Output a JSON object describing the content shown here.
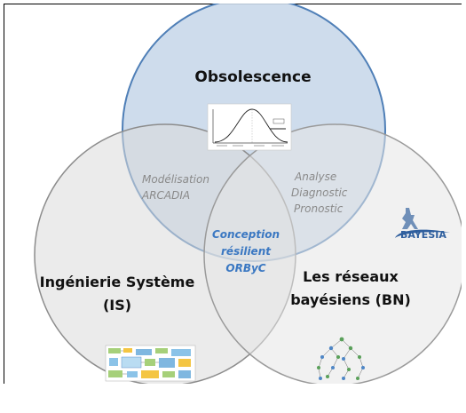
{
  "circles": {
    "obsolescence": {
      "title": "Obsolescence",
      "fill": "#c9d8ea",
      "stroke": "#4f7fb7"
    },
    "systems_engineering": {
      "title_line1": "Ingénierie Système",
      "title_line2": "(IS)",
      "fill": "#e3e3e3",
      "stroke": "#8c8c8c"
    },
    "bayesian_networks": {
      "title_line1": "Les réseaux",
      "title_line2": "bayésiens (BN)",
      "fill": "#ececec",
      "stroke": "#9a9a9a"
    }
  },
  "overlaps": {
    "obsolescence_is": {
      "line1": "Modélisation",
      "line2": "ARCADIA"
    },
    "obsolescence_bn": {
      "line1": "Analyse",
      "line2": "Diagnostic",
      "line3": "Pronostic"
    },
    "center": {
      "line1": "Conception",
      "line2": "résilient",
      "line3": "ORByC"
    }
  },
  "logo": {
    "text": "BAYESIA",
    "color": "#2f5f9e",
    "icon": "bayesia-logo-icon"
  },
  "thumbnails": {
    "obsolescence": {
      "icon": "lifecycle-curve-chart-icon"
    },
    "systems_engineering": {
      "icon": "arcadia-architecture-diagram-icon"
    },
    "bayesian_networks": {
      "icon": "bayesian-network-graph-icon"
    }
  },
  "colors": {
    "accent": "#3b78c2",
    "frame": "#000000"
  }
}
